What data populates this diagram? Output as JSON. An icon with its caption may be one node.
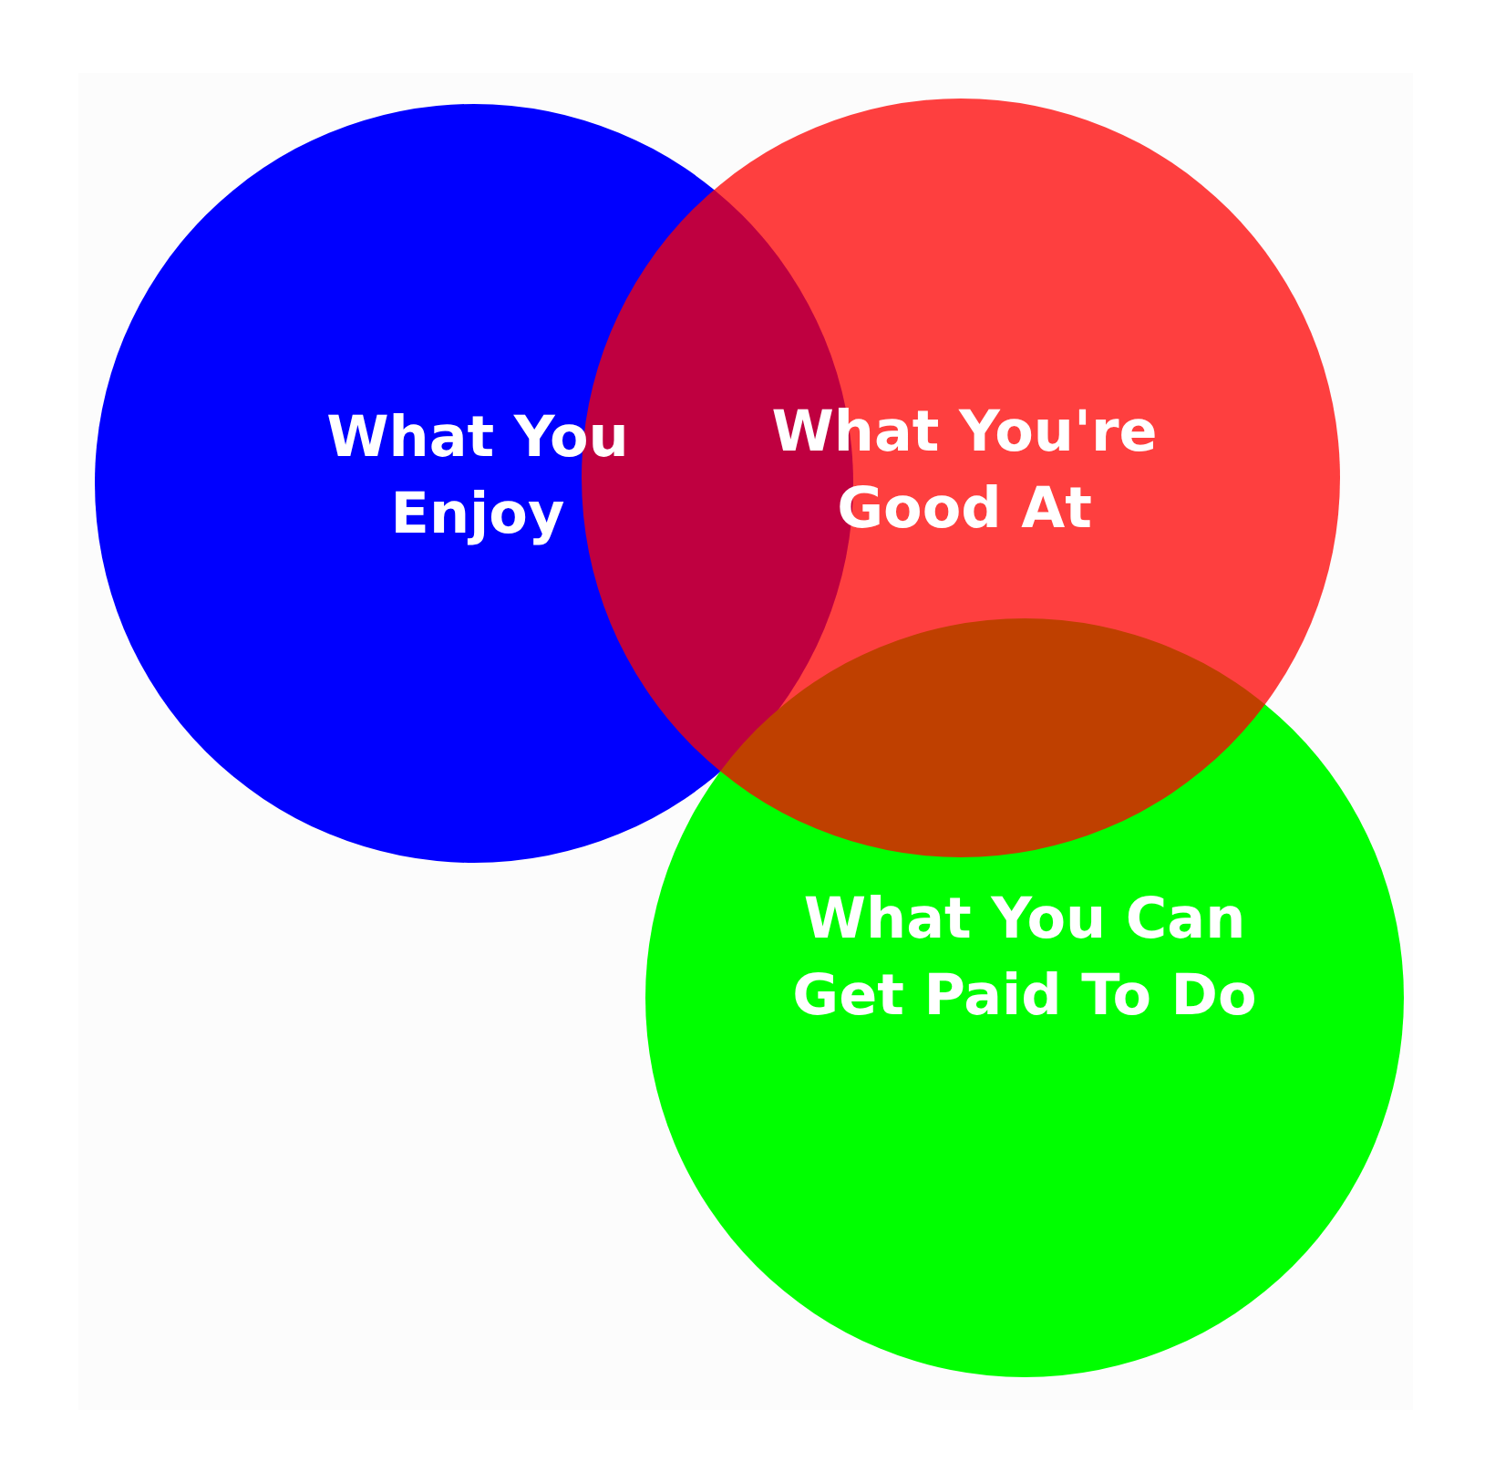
{
  "diagram": {
    "nodes": [
      {
        "text": [
          "What You Enjoy"
        ]
      },
      {
        "text": [
          "What You're Good At"
        ]
      },
      {
        "text": [
          "What You Can Get Paid To Do"
        ]
      }
    ]
  }
}
